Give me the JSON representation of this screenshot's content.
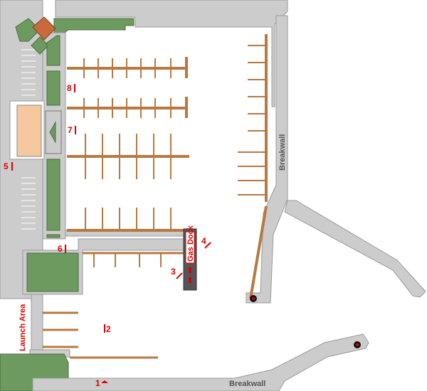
{
  "labels": {
    "breakwall_east": "Breakwall",
    "breakwall_south": "Breakwall",
    "gas_dock": "Gas Dock",
    "launch_area": "Launch Area"
  },
  "markers": [
    {
      "id": "1",
      "label": "1"
    },
    {
      "id": "2",
      "label": "2"
    },
    {
      "id": "3",
      "label": "3"
    },
    {
      "id": "4",
      "label": "4"
    },
    {
      "id": "5",
      "label": "5"
    },
    {
      "id": "6",
      "label": "6"
    },
    {
      "id": "7",
      "label": "7"
    },
    {
      "id": "8",
      "label": "8"
    }
  ],
  "colors": {
    "walkway": "#cccccc",
    "walkway_edge": "#999999",
    "grass": "#6d9a5e",
    "dock": "#b87840",
    "building": "#f5c8a0",
    "roof": "#c86a3a",
    "marker": "#dd0000",
    "gas_dock": "#555555"
  }
}
